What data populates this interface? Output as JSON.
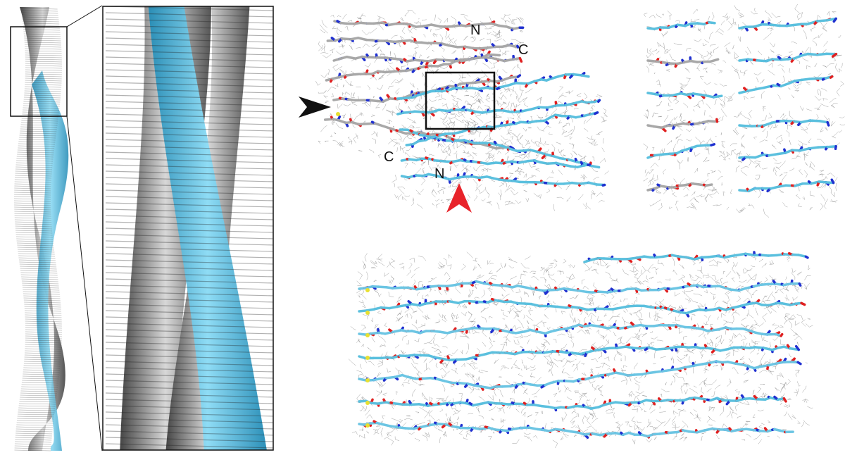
{
  "figure": {
    "labels": {
      "dimer_n_top": "N",
      "dimer_c_top": "C",
      "dimer_c_bottom": "C",
      "dimer_n_bottom": "N"
    },
    "colors": {
      "chain_a": "#a8a8a8",
      "chain_b": "#5bc0de",
      "oxygen": "#e02020",
      "nitrogen": "#2030d0",
      "sulfur": "#e8e030",
      "mesh": "#777777",
      "red_arrow": "#e8232a",
      "black_arrow": "#111111"
    }
  }
}
